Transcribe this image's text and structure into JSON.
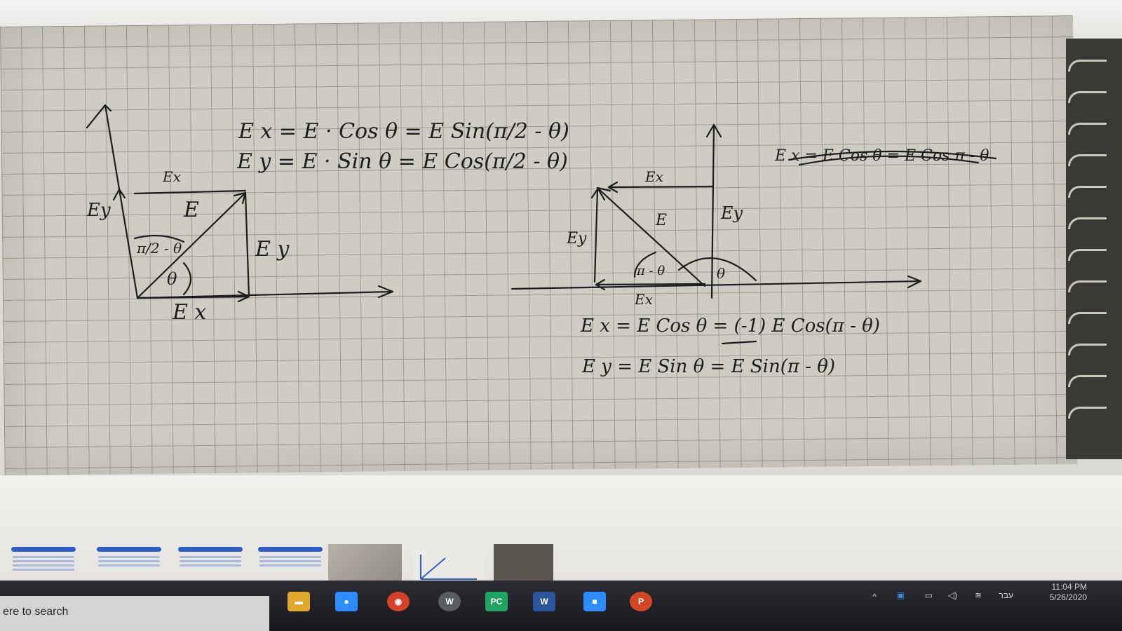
{
  "notes": {
    "left_eq1": "E x = E · Cos θ = E Sin(π/2 - θ)",
    "left_eq2": "E y = E · Sin θ = E Cos(π/2 - θ)",
    "left_label_ex_top": "Ex",
    "left_label_ey_left": "Ey",
    "left_label_e": "E",
    "left_label_angle_comp": "π/2 - θ",
    "left_label_theta": "θ",
    "left_label_ey_right": "E y",
    "left_label_ex_bottom": "E x",
    "right_struck_eq": "E x = E Cos θ = E Cos π - θ",
    "right_label_ex_top": "Ex",
    "right_label_ey_right": "Ey",
    "right_label_e": "E",
    "right_label_ey_left": "Ey",
    "right_label_angle_pi": "π - θ",
    "right_label_theta": "θ",
    "right_label_ex_bottom": "Ex",
    "right_eq1": "E x = E Cos θ = (-1) E Cos(π - θ)",
    "right_eq2": "E y = E Sin θ = E Sin(π - θ)"
  },
  "taskbar": {
    "search_placeholder": "ere to search",
    "tray_language": "עבר",
    "clock_time": "11:04 PM",
    "clock_date": "5/26/2020"
  },
  "colors": {
    "paper": "#cfccc3",
    "grid": "#9c9a94",
    "ink": "#1d1d1f",
    "taskbar": "#1e1f24",
    "accent_blue": "#2e5cc8"
  },
  "icons": {
    "taskbar": [
      "file-explorer-icon",
      "zoom-video-icon",
      "chrome-icon",
      "word-w-icon",
      "pycharm-icon",
      "word-icon",
      "zoom-icon",
      "powerpoint-icon"
    ],
    "tray": [
      "chevron-up-icon",
      "bluetooth-icon",
      "battery-icon",
      "volume-icon",
      "wifi-icon"
    ]
  }
}
